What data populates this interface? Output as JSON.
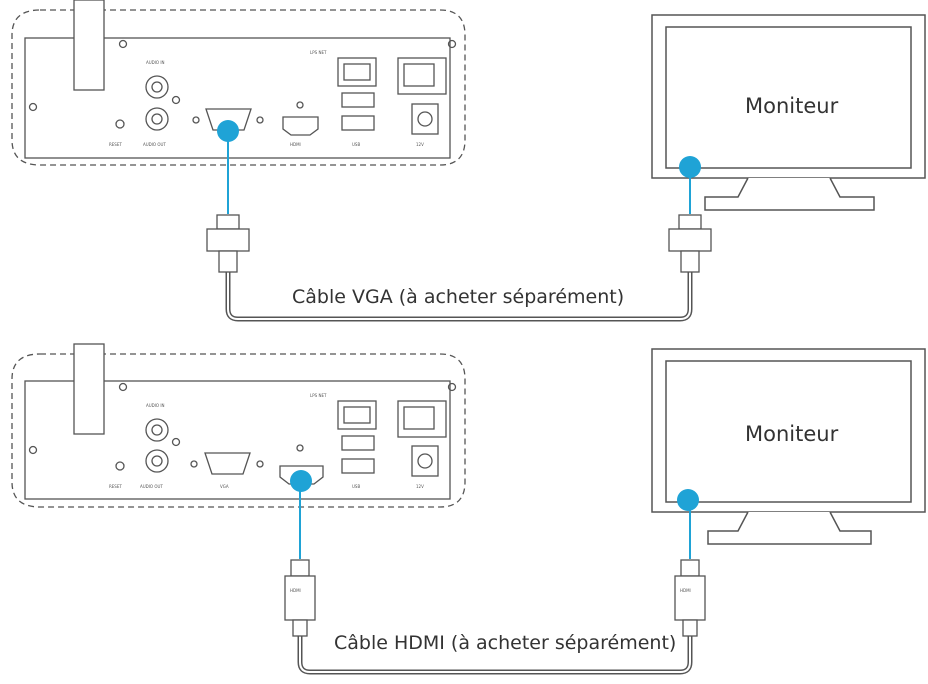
{
  "colors": {
    "accent": "#1fa3d6",
    "line": "#555555"
  },
  "diagrams": [
    {
      "cable": "Câble VGA (à acheter séparément)",
      "monitor": "Moniteur",
      "connector": "vga-connector-icon",
      "device_labels": {
        "audio_in": "AUDIO IN",
        "audio_out": "AUDIO OUT",
        "reset": "RESET",
        "video": "HDMI",
        "lan": "LPS NET",
        "usb": "USB",
        "power": "12V"
      }
    },
    {
      "cable": "Câble HDMI (à acheter séparément)",
      "monitor": "Moniteur",
      "connector": "hdmi-connector-icon",
      "connector_text": "HDMI",
      "device_labels": {
        "audio_in": "AUDIO IN",
        "audio_out": "AUDIO OUT",
        "reset": "RESET",
        "video": "VGA",
        "lan": "LPS NET",
        "usb": "USB",
        "power": "12V"
      }
    }
  ]
}
